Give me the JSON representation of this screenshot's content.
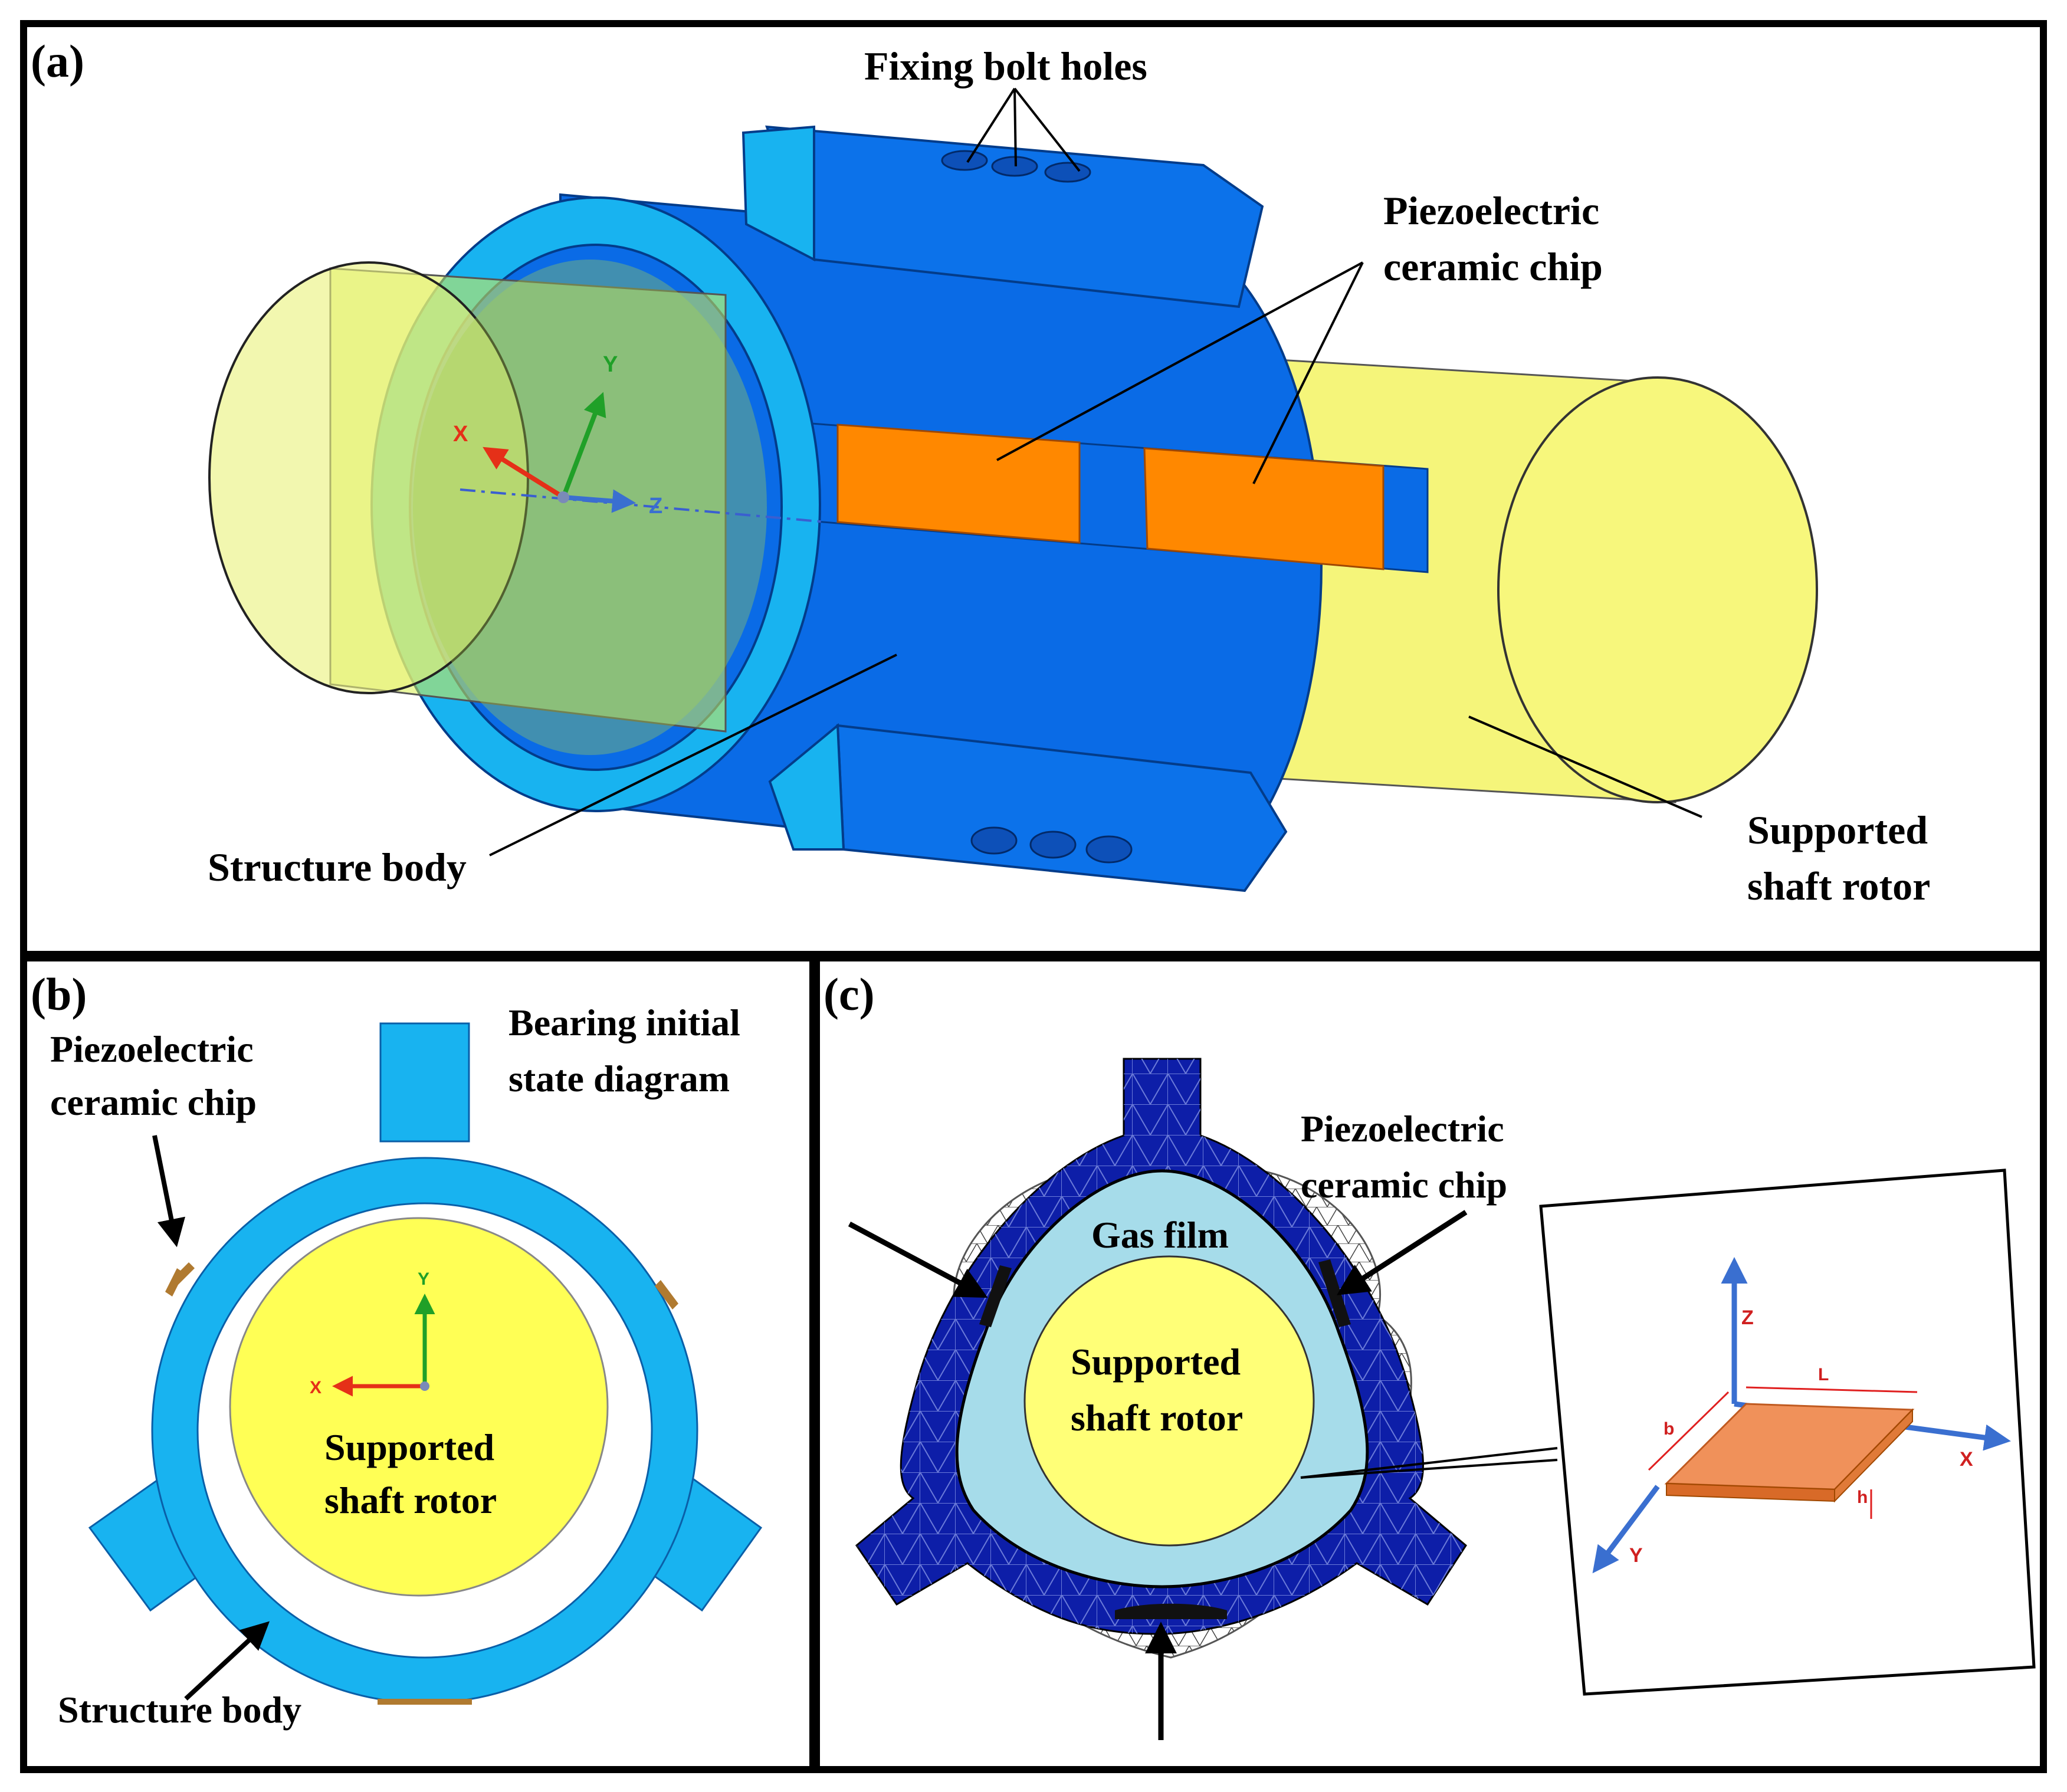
{
  "panel_a": {
    "tag": "(a)",
    "labels": {
      "fixing_bolt_holes": "Fixing bolt holes",
      "piezo_line1": "Piezoelectric",
      "piezo_line2": "ceramic chip",
      "structure_body": "Structure body",
      "rotor_line1": "Supported",
      "rotor_line2": "shaft rotor"
    },
    "axes": {
      "x": "X",
      "y": "Y",
      "z": "Z"
    }
  },
  "panel_b": {
    "tag": "(b)",
    "labels": {
      "piezo_line1": "Piezoelectric",
      "piezo_line2": "ceramic chip",
      "bearing_line1": "Bearing initial",
      "bearing_line2": "state diagram",
      "rotor_line1": "Supported",
      "rotor_line2": "shaft rotor",
      "structure_body": "Structure body"
    },
    "axes": {
      "x": "X",
      "y": "Y"
    }
  },
  "panel_c": {
    "tag": "(c)",
    "labels": {
      "piezo_line1": "Piezoelectric",
      "piezo_line2": "ceramic chip",
      "gas_film": "Gas film",
      "rotor_line1": "Supported",
      "rotor_line2": "shaft rotor"
    },
    "inset": {
      "axes": {
        "x": "X",
        "y": "Y",
        "z": "Z"
      },
      "dims": {
        "length": "L",
        "width": "b",
        "height": "h"
      }
    }
  },
  "colors": {
    "structure_blue": "#0a6be6",
    "light_blue": "#18b3f0",
    "rotor_yellow": "#ffff55",
    "piezo_orange": "#ff8800",
    "mesh_dark_blue": "#0d1ea8",
    "gas_film_blue": "#a6dcea"
  }
}
